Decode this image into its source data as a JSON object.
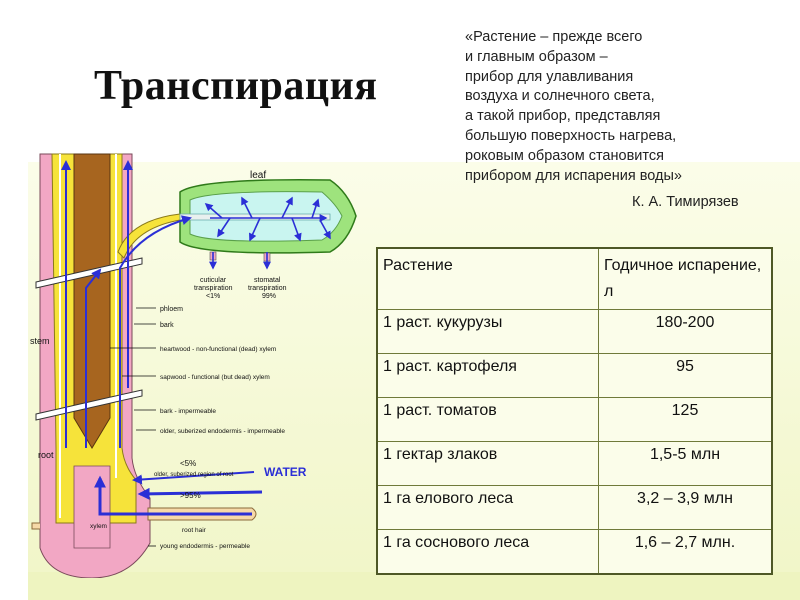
{
  "title": "Транспирация",
  "quote": {
    "lines": [
      "«Растение – прежде всего",
      "и главным образом –",
      "прибор для улавливания",
      "воздуха и солнечного света,",
      "а такой прибор, представляя",
      "большую поверхность нагрева,",
      "роковым образом становится",
      "прибором для испарения воды»"
    ],
    "author": "К. А. Тимирязев"
  },
  "diagram": {
    "labels": {
      "leaf": "leaf",
      "stem": "stem",
      "root": "root",
      "cuticular": "cuticular",
      "cuticular2": "transpiration",
      "cuticular_pct": "<1%",
      "stomatal": "stomatal",
      "stomatal2": "transpiration",
      "stomatal_pct": "99%",
      "phloem": "phloem",
      "bark": "bark",
      "heartwood": "heartwood - non-functional (dead) xylem",
      "sapwood": "sapwood - functional (but dead) xylem",
      "bark_imp": "bark - impermeable",
      "older_endo": "older, suberized endodermis - impermeable",
      "lt5": "<5%",
      "older_region": "older, suberized region of root",
      "gt95": ">95%",
      "water": "WATER",
      "root_hair": "root hair",
      "xylem": "xylem",
      "young_endo": "young endodermis - permeable"
    }
  },
  "table": {
    "headers": [
      "Растение",
      "Годичное испарение, л"
    ],
    "rows": [
      [
        "1 раст. кукурузы",
        "180-200"
      ],
      [
        "1 раст. картофеля",
        "95"
      ],
      [
        "1 раст. томатов",
        "125"
      ],
      [
        "1 гектар злаков",
        "1,5-5 млн"
      ],
      [
        "1 га елового леса",
        "3,2 – 3,9 млн"
      ],
      [
        "1 га соснового леса",
        "1,6 – 2,7 млн."
      ]
    ]
  },
  "colors": {
    "pink": "#f2a7c4",
    "yellow": "#f6e33a",
    "brown": "#a7651f",
    "blue_arrow": "#2b2fd6",
    "leaf_green": "#9ee37d",
    "leaf_inner": "#c9f5f0"
  }
}
